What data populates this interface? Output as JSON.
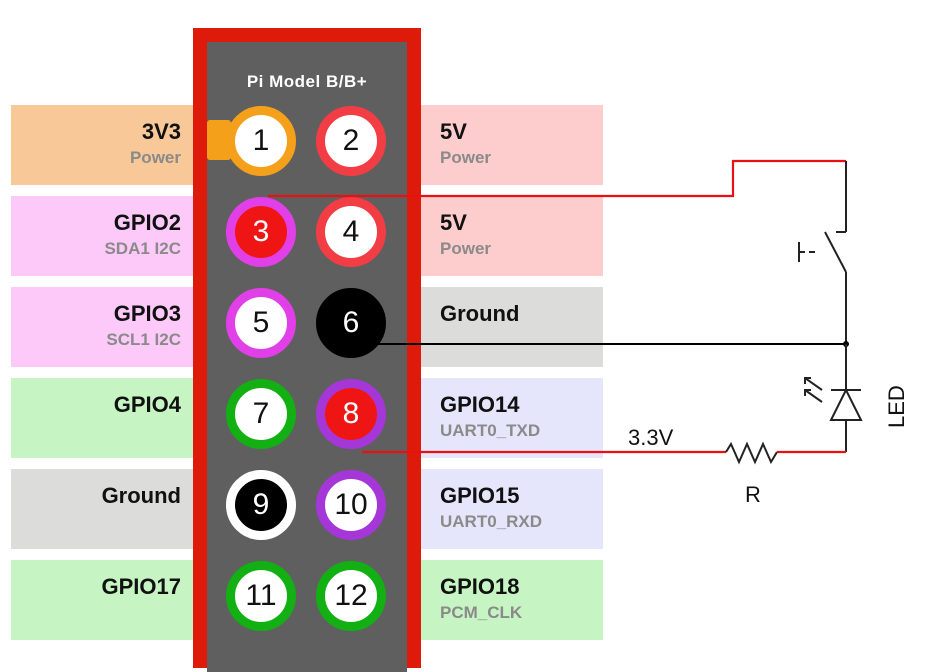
{
  "board": {
    "title": "Pi Model B/B+"
  },
  "left_labels": [
    {
      "name": "3V3",
      "sub": "Power",
      "bg": "#f9c898"
    },
    {
      "name": "GPIO2",
      "sub": "SDA1 I2C",
      "bg": "#fdc9f8"
    },
    {
      "name": "GPIO3",
      "sub": "SCL1 I2C",
      "bg": "#fdc9f8"
    },
    {
      "name": "GPIO4",
      "sub": "",
      "bg": "#c6f5c3"
    },
    {
      "name": "Ground",
      "sub": "",
      "bg": "#dcdcdb"
    },
    {
      "name": "GPIO17",
      "sub": "",
      "bg": "#c6f5c3"
    }
  ],
  "right_labels": [
    {
      "name": "5V",
      "sub": "Power",
      "bg": "#fdcccc"
    },
    {
      "name": "5V",
      "sub": "Power",
      "bg": "#fdcccc"
    },
    {
      "name": "Ground",
      "sub": "",
      "bg": "#dcdcdb"
    },
    {
      "name": "GPIO14",
      "sub": "UART0_TXD",
      "bg": "#e5e5fb"
    },
    {
      "name": "GPIO15",
      "sub": "UART0_RXD",
      "bg": "#e5e5fb"
    },
    {
      "name": "GPIO18",
      "sub": "PCM_CLK",
      "bg": "#c6f5c3"
    }
  ],
  "pins": [
    {
      "number": "1",
      "ring": "#f5a01a",
      "fill": "#ffffff",
      "text": "#111111"
    },
    {
      "number": "2",
      "ring": "#f23d45",
      "fill": "#ffffff",
      "text": "#111111"
    },
    {
      "number": "3",
      "ring": "#e13fe8",
      "fill": "#f01515",
      "text": "#ffffff"
    },
    {
      "number": "4",
      "ring": "#f23d45",
      "fill": "#ffffff",
      "text": "#111111"
    },
    {
      "number": "5",
      "ring": "#e13fe8",
      "fill": "#ffffff",
      "text": "#111111"
    },
    {
      "number": "6",
      "ring": "#000000",
      "fill": "#000000",
      "text": "#ffffff"
    },
    {
      "number": "7",
      "ring": "#12b012",
      "fill": "#ffffff",
      "text": "#111111"
    },
    {
      "number": "8",
      "ring": "#a537d8",
      "fill": "#f01515",
      "text": "#ffffff"
    },
    {
      "number": "9",
      "ring": "#ffffff",
      "fill": "#000000",
      "text": "#ffffff"
    },
    {
      "number": "10",
      "ring": "#a537d8",
      "fill": "#ffffff",
      "text": "#111111"
    },
    {
      "number": "11",
      "ring": "#12b012",
      "fill": "#ffffff",
      "text": "#111111"
    },
    {
      "number": "12",
      "ring": "#12b012",
      "fill": "#ffffff",
      "text": "#111111"
    }
  ],
  "circuit": {
    "voltage_label": "3.3V",
    "resistor_label": "R",
    "led_label": "LED",
    "wire_red": "#e81010",
    "wire_black": "#000000"
  }
}
